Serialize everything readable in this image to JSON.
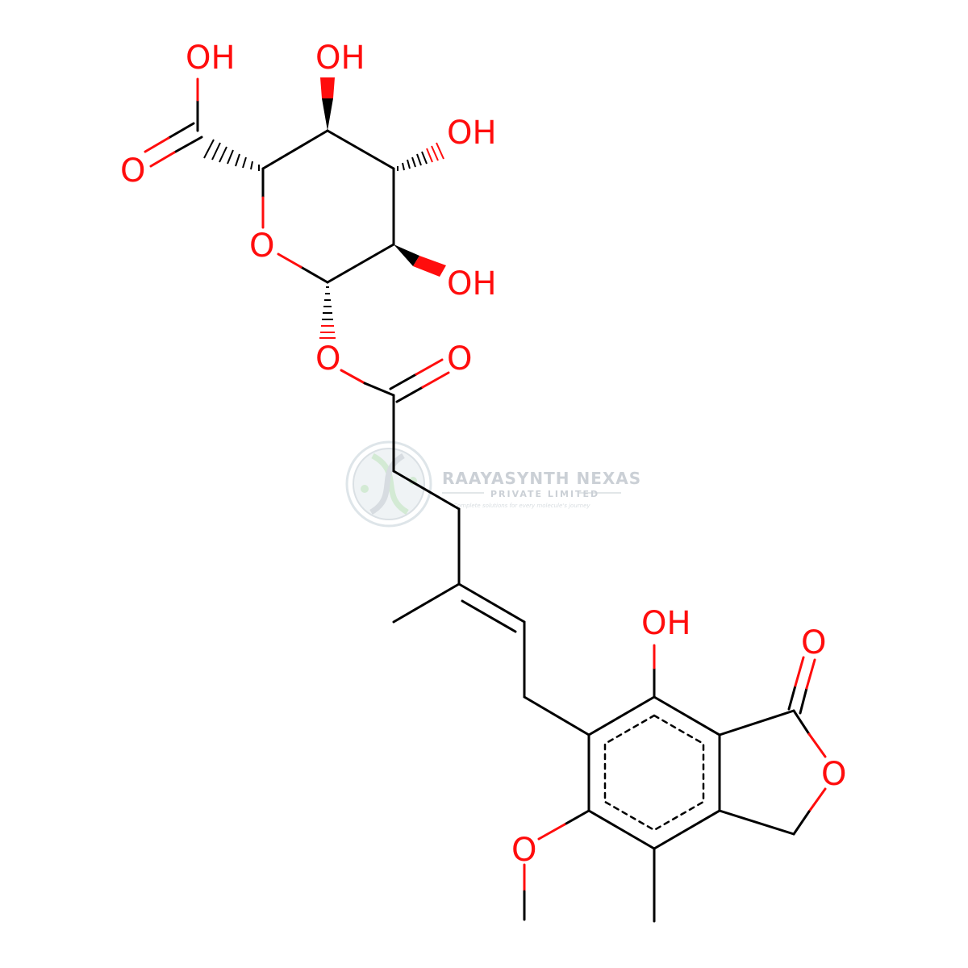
{
  "watermark": {
    "company": "RAAYASYNTH NEXAS",
    "subtitle": "PRIVATE LIMITED",
    "tagline": "Complete solutions for every molecule's journey"
  },
  "colors": {
    "bond": "#000000",
    "oxygen": "#ff0d0d",
    "watermark": "#c6ccd2",
    "watermark_logo": "#cfe8d0"
  },
  "atom_labels": {
    "cooh_oh": "OH",
    "cooh_o": "O",
    "oh_c4": "OH",
    "oh_c3": "OH",
    "oh_c2": "OH",
    "ring_o": "O",
    "ester_o": "O",
    "carbonyl_o": "O",
    "phenol_oh": "OH",
    "lactone_carbonyl_o": "O",
    "lactone_ring_o": "O",
    "methoxy_o": "O"
  }
}
